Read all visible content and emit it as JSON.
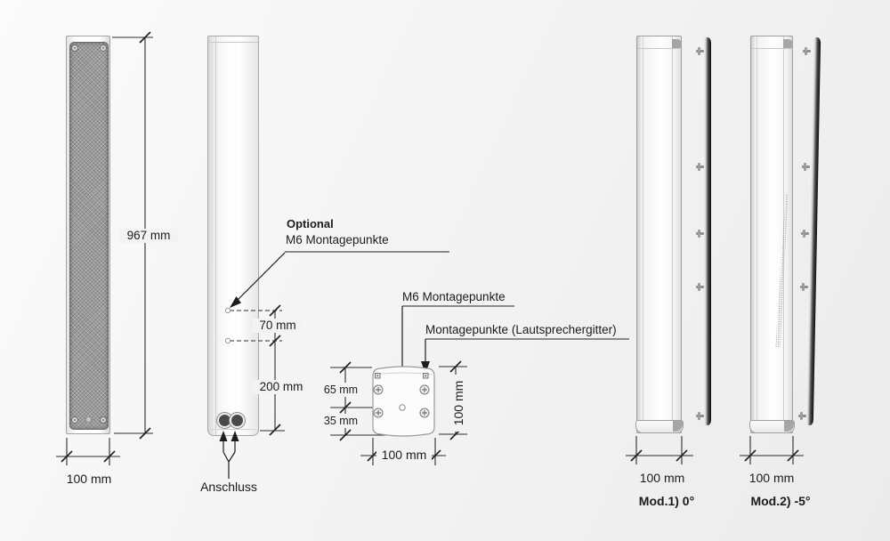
{
  "drawing": {
    "front_view": {
      "height_dim": "967 mm",
      "width_dim": "100 mm"
    },
    "rear_view": {
      "optional_title": "Optional",
      "optional_subtitle": "M6 Montagepunkte",
      "hole_spacing_dim": "70 mm",
      "bottom_distance_dim": "200 mm",
      "connector_label": "Anschluss"
    },
    "mount_plate": {
      "m6_label": "M6 Montagepunkte",
      "grille_mount_label": "Montagepunkte (Lautsprechergitter)",
      "upper_dim": "65 mm",
      "lower_dim": "35 mm",
      "width_dim": "100 mm",
      "height_dim": "100 mm"
    },
    "mod1_view": {
      "width_dim": "100 mm",
      "caption": "Mod.1) 0°"
    },
    "mod2_view": {
      "width_dim": "100 mm",
      "caption": "Mod.2) -5°"
    }
  },
  "colors": {
    "line": "#2d2d2d",
    "leader_underline": "#8a8a8a",
    "grille": "#9b9b9b",
    "background": "#f3f3f3"
  }
}
